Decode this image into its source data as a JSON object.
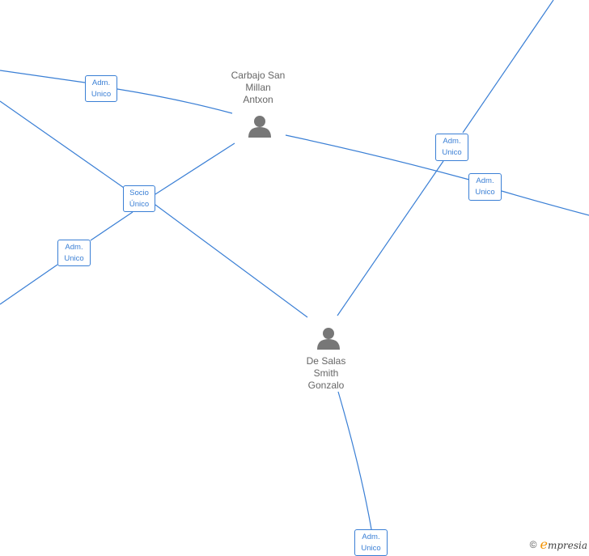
{
  "people": [
    {
      "id": "carbajo",
      "name": "Carbajo San\nMillan\nAntxon"
    },
    {
      "id": "desalas",
      "name": "De Salas\nSmith\nGonzalo"
    }
  ],
  "roles": [
    {
      "id": "r1",
      "label": "Adm.\nUnico"
    },
    {
      "id": "r2",
      "label": "Socio\nÚnico"
    },
    {
      "id": "r3",
      "label": "Adm.\nUnico"
    },
    {
      "id": "r4",
      "label": "Adm.\nUnico"
    },
    {
      "id": "r5",
      "label": "Adm.\nUnico"
    },
    {
      "id": "r6",
      "label": "Adm.\nUnico"
    }
  ],
  "footer": {
    "copyright_symbol": "©",
    "brand_initial": "e",
    "brand_rest": "mpresia"
  },
  "colors": {
    "edge": "#3a7fd5",
    "person_icon": "#777777",
    "label_text": "#666666",
    "brand_accent": "#f39200"
  }
}
